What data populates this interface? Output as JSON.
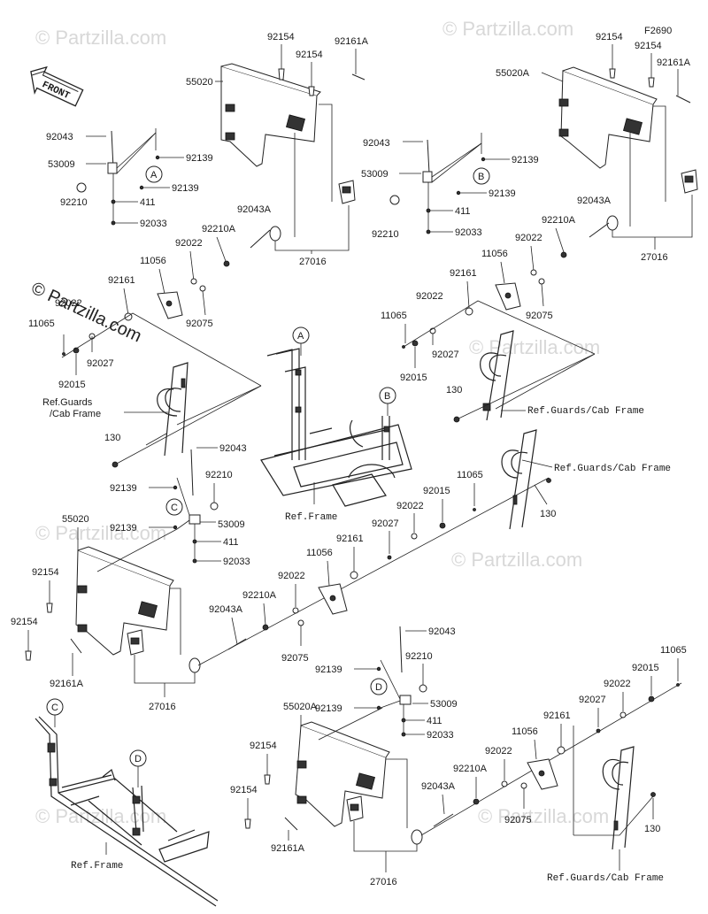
{
  "watermark": {
    "main": "© Partzilla.com",
    "faint": "© Partzilla.com"
  },
  "front_tag": "FRONT",
  "figure_code": "F2690",
  "refs": {
    "guards_a": "Ref.Guards",
    "guards_b": "/Cab Frame",
    "guards_cab": "Ref.Guards/Cab Frame",
    "frame": "Ref.Frame"
  },
  "callouts": {
    "a": "A",
    "b": "B",
    "c": "C",
    "d": "D"
  },
  "parts": {
    "p55020": "55020",
    "p55020a": "55020A",
    "p92154": "92154",
    "p92161a": "92161A",
    "p92043": "92043",
    "p92139": "92139",
    "p53009": "53009",
    "p411": "411",
    "p92210": "92210",
    "p92033": "92033",
    "p92043a": "92043A",
    "p92210a": "92210A",
    "p92022": "92022",
    "p11056": "11056",
    "p92161": "92161",
    "p11065": "11065",
    "p92027": "92027",
    "p92015": "92015",
    "p92075": "92075",
    "p27016": "27016",
    "p130": "130"
  }
}
